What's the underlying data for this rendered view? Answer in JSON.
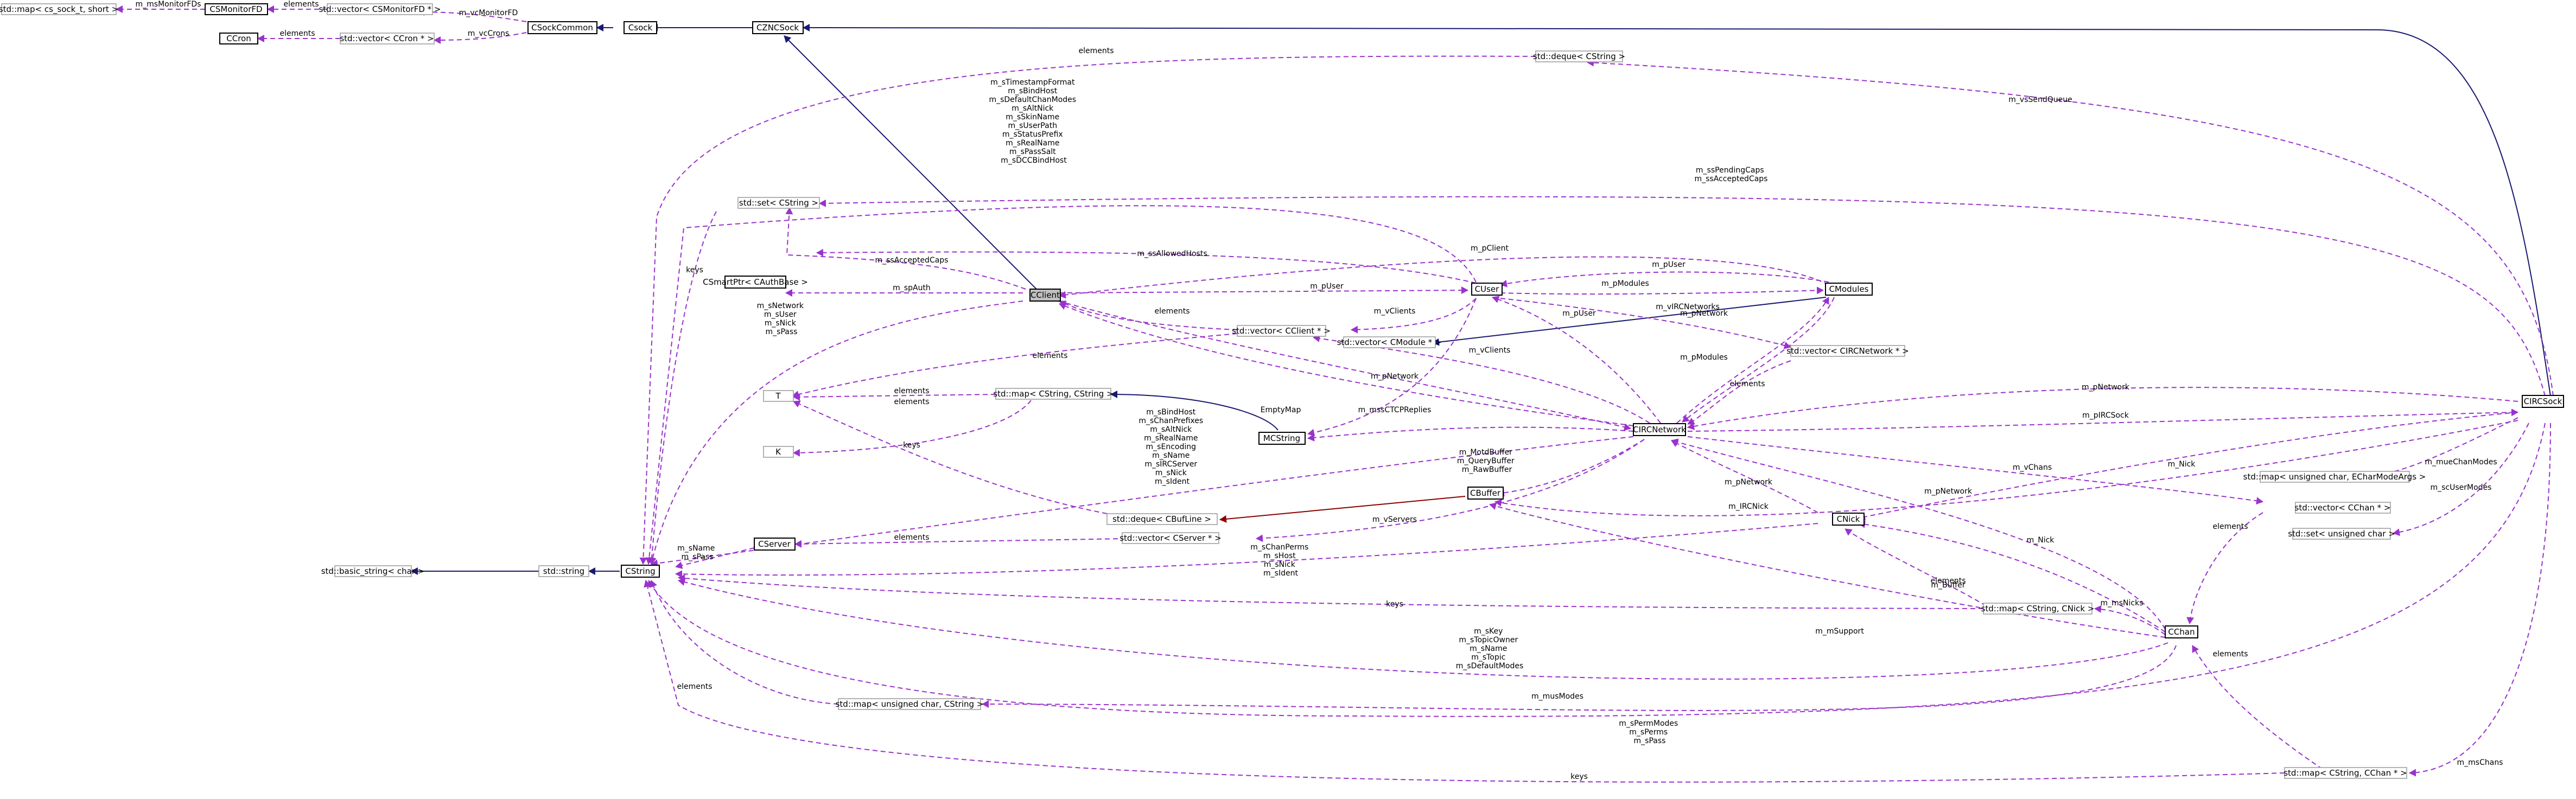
{
  "diagram": {
    "title": "",
    "colors": {
      "inheritance": "#191970",
      "usage": "#9a32cd",
      "arrow_head_usage": "#9a32cd",
      "focus_fill": "#bfbfbf",
      "class_border": "#000000",
      "template_border": "#a0a0a0"
    },
    "nodes": {
      "map_cs_sock": "std::map< cs_sock_t, short >",
      "CSMonitorFD": "CSMonitorFD",
      "vec_CSMonitorFD": "std::vector< CSMonitorFD * >",
      "CSockCommon": "CSockCommon",
      "Csock": "Csock",
      "CZNCSock": "CZNCSock",
      "CCron": "CCron",
      "vec_CCron": "std::vector< CCron * >",
      "deque_CString": "std::deque< CString >",
      "set_CString": "std::set< CString >",
      "CSmartPtr": "CSmartPtr< CAuthBase >",
      "CClient": "CClient",
      "CUser": "CUser",
      "CModules": "CModules",
      "vec_CClient": "std::vector< CClient * >",
      "vec_CModule": "std::vector< CModule * >",
      "vec_CIRCNetwork": "std::vector< CIRCNetwork * >",
      "T": "T",
      "K": "K",
      "map_CString_CString": "std::map< CString, CString >",
      "MCString": "MCString",
      "CIRCNetwork": "CIRCNetwork",
      "CIRCSock": "CIRCSock",
      "map_uchar_ECharModeArgs": "std::map< unsigned char, ECharModeArgs >",
      "vec_CChan": "std::vector< CChan * >",
      "set_uchar": "std::set< unsigned char >",
      "CBuffer": "CBuffer",
      "deque_CBufLine": "std::deque< CBufLine >",
      "CNick": "CNick",
      "CServer": "CServer",
      "vec_CServer": "std::vector< CServer * >",
      "basic_string": "std::basic_string< char >",
      "std_string": "std::string",
      "CString": "CString",
      "map_CString_CNick": "std::map< CString, CNick >",
      "CChan": "CChan",
      "map_uchar_CString": "std::map< unsigned char, CString >",
      "map_CString_CChan": "std::map< CString, CChan * >"
    },
    "edge_labels": {
      "l_msMonitorFDs": "m_msMonitorFDs",
      "l_elements_1": "elements",
      "l_vcMonitorFD": "m_vcMonitorFD",
      "l_elements_2": "elements",
      "l_vcCrons": "m_vcCrons",
      "l_elements_deque": "elements",
      "l_vsSendQueue": "m_vsSendQueue",
      "l_csock_block": "m_sTimestampFormat\nm_sBindHost\nm_sDefaultChanModes\nm_sAltNick\nm_sSkinName\nm_sUserPath\nm_sStatusPrefix\nm_sRealName\nm_sPassSalt\nm_sDCCBindHost",
      "l_pending": "m_ssPendingCaps\nm_ssAcceptedCaps",
      "l_keys_1": "keys",
      "l_ssAcceptedCaps": "m_ssAcceptedCaps",
      "l_ssAllowedHosts": "m_ssAllowedHosts",
      "l_pClient": "m_pClient",
      "l_pUser_1": "m_pUser",
      "l_spAuth": "m_spAuth",
      "l_pUser_2": "m_pUser",
      "l_pModules_1": "m_pModules",
      "l_vClients_1": "m_vClients",
      "l_vIRCNetworks": "m_vIRCNetworks",
      "l_elements_3": "elements",
      "l_pNetwork_1": "m_pNetwork",
      "l_pUser_3": "m_pUser",
      "l_vClients_2": "m_vClients",
      "l_pModules_2": "m_pModules",
      "l_elements_4": "elements",
      "l_client_block": "m_sNetwork\nm_sUser\nm_sNick\nm_sPass",
      "l_elements_5": "elements",
      "l_pNetwork_2": "m_pNetwork",
      "l_elements_6": "elements",
      "l_elements_7": "elements",
      "l_mssCTCPReplies": "m_mssCTCPReplies",
      "l_EmptyMap": "EmptyMap",
      "l_keys_2": "keys",
      "l_network_block": "m_sBindHost\nm_sChanPrefixes\nm_sAltNick\nm_sRealName\nm_sEncoding\nm_sName\nm_sIRCServer\nm_sNick\nm_sIdent",
      "l_buffer_block": "m_MotdBuffer\nm_QueryBuffer\nm_RawBuffer",
      "l_pNetwork_3": "m_pNetwork",
      "l_pIRCSock": "m_pIRCSock",
      "l_Nick": "m_Nick",
      "l_vChans": "m_vChans",
      "l_mueChanModes": "m_mueChanModes",
      "l_elements_8": "elements",
      "l_scUserModes": "m_scUserModes",
      "l_pNetwork_4": "m_pNetwork",
      "l_pNetwork_5": "m_pNetwork",
      "l_IRCNick": "m_IRCNick",
      "l_vServers": "m_vServers",
      "l_elements_9": "elements",
      "l_sName_sPass": "m_sName\nm_sPass",
      "l_nickserv_block": "m_sChanPerms\nm_sHost\nm_sNick\nm_sIdent",
      "l_Nick_2": "m_Nick",
      "l_msNicks": "m_msNicks",
      "l_elements_10": "elements",
      "l_Buffer": "m_Buffer",
      "l_keys_3": "keys",
      "l_chan_block": "m_sKey\nm_sTopicOwner\nm_sName\nm_sTopic\nm_sDefaultModes",
      "l_musModes": "m_musModes",
      "l_elements_11": "elements",
      "l_ircsock_block": "m_sPermModes\nm_sPerms\nm_sPass",
      "l_elements_12": "elements",
      "l_keys_4": "keys",
      "l_msChans": "m_msChans",
      "l_mSupport": "m_mSupport"
    }
  }
}
